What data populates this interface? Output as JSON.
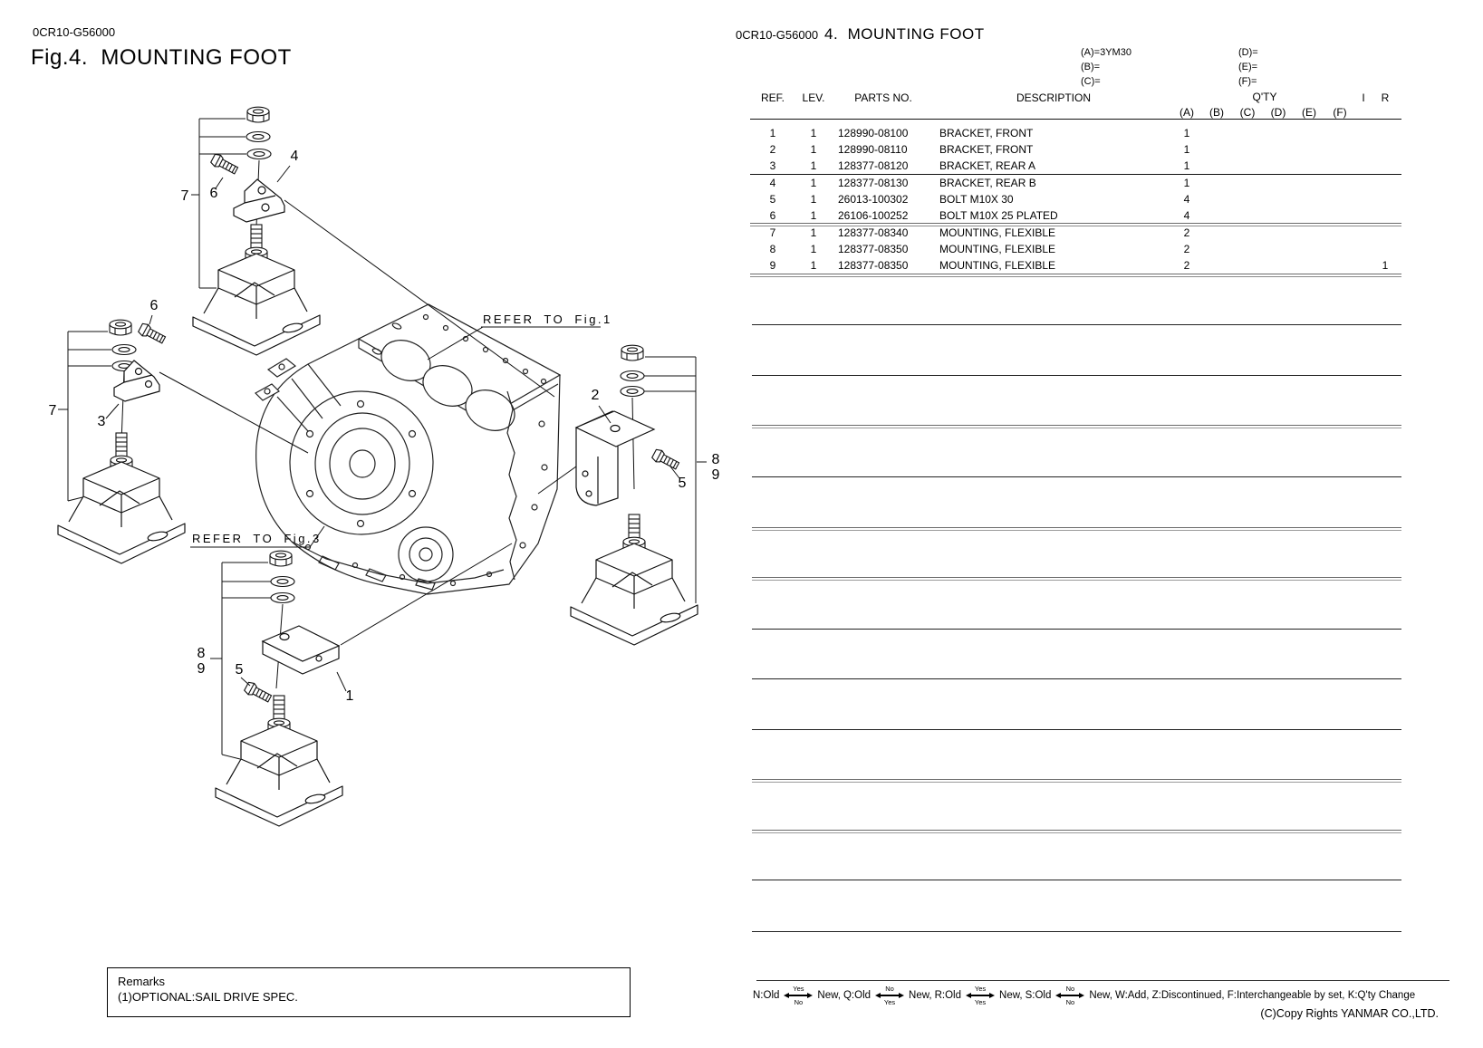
{
  "left": {
    "doc_code": "0CR10-G56000",
    "title": "Fig.4.  MOUNTING FOOT",
    "diagram": {
      "refer_fig1": "REFER TO Fig.1",
      "refer_fig3": "REFER TO Fig.3",
      "callouts": {
        "top_group": "7",
        "top_bolt": "6",
        "top_bracket": "4",
        "left_group": "7",
        "left_bolt": "6",
        "left_bracket": "3",
        "bottom_mount_a": "8",
        "bottom_mount_b": "9",
        "bottom_bolt": "5",
        "bottom_bracket": "1",
        "right_bracket": "2",
        "right_bolt": "5",
        "right_mount_a": "8",
        "right_mount_b": "9"
      }
    },
    "remarks": {
      "title": "Remarks",
      "note": "(1)OPTIONAL:SAIL DRIVE SPEC."
    }
  },
  "right": {
    "doc_code": "0CR10-G56000",
    "title": "4.  MOUNTING FOOT",
    "specs_left": [
      "(A)=3YM30",
      "(B)=",
      "(C)="
    ],
    "specs_right": [
      "(D)=",
      "(E)=",
      "(F)="
    ],
    "table": {
      "headers": {
        "ref": "REF.",
        "lev": "LEV.",
        "parts": "PARTS NO.",
        "desc": "DESCRIPTION",
        "qty": "Q'TY",
        "i": "I",
        "r": "R",
        "cols": [
          "(A)",
          "(B)",
          "(C)",
          "(D)",
          "(E)",
          "(F)"
        ]
      },
      "rows": [
        {
          "ref": "1",
          "lev": "1",
          "part": "128990-08100",
          "desc": "BRACKET, FRONT",
          "qa": "1",
          "r": ""
        },
        {
          "ref": "2",
          "lev": "1",
          "part": "128990-08110",
          "desc": "BRACKET, FRONT",
          "qa": "1",
          "r": ""
        },
        {
          "ref": "3",
          "lev": "1",
          "part": "128377-08120",
          "desc": "BRACKET, REAR A",
          "qa": "1",
          "r": ""
        },
        {
          "ref": "4",
          "lev": "1",
          "part": "128377-08130",
          "desc": "BRACKET, REAR B",
          "qa": "1",
          "r": ""
        },
        {
          "ref": "5",
          "lev": "1",
          "part": "26013-100302",
          "desc": "BOLT M10X 30",
          "qa": "4",
          "r": ""
        },
        {
          "ref": "6",
          "lev": "1",
          "part": "26106-100252",
          "desc": "BOLT M10X 25 PLATED",
          "qa": "4",
          "r": ""
        },
        {
          "ref": "7",
          "lev": "1",
          "part": "128377-08340",
          "desc": "MOUNTING, FLEXIBLE",
          "qa": "2",
          "r": ""
        },
        {
          "ref": "8",
          "lev": "1",
          "part": "128377-08350",
          "desc": "MOUNTING, FLEXIBLE",
          "qa": "2",
          "r": ""
        },
        {
          "ref": "9",
          "lev": "1",
          "part": "128377-08350",
          "desc": "MOUNTING, FLEXIBLE",
          "qa": "2",
          "r": "1"
        }
      ]
    },
    "legend": {
      "n": "N:Old",
      "n_top": "Yes",
      "n_bot": "No",
      "q": "Q:Old",
      "q_top": "No",
      "q_bot": "Yes",
      "r": "R:Old",
      "r_top": "Yes",
      "r_bot": "Yes",
      "s": "S:Old",
      "s_top": "No",
      "s_bot": "No",
      "new_label": "New,",
      "tail": "W:Add, Z:Discontinued, F:Interchangeable by set, K:Q'ty Change"
    },
    "copyright": "(C)Copy Rights YANMAR CO.,LTD."
  }
}
